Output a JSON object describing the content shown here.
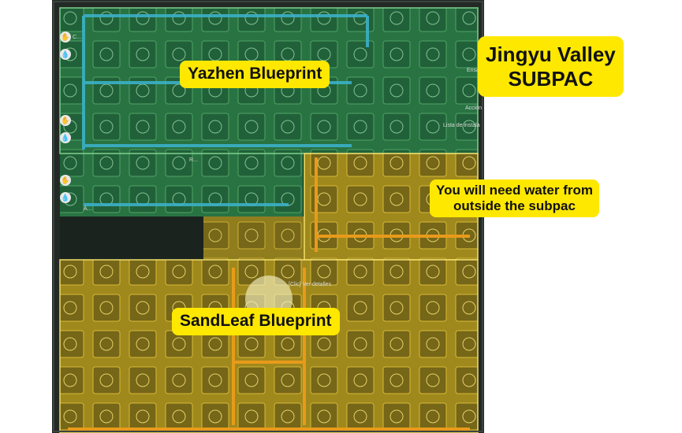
{
  "labels": {
    "title_line1": "Jingyu Valley",
    "title_line2": "SUBPAC",
    "yazhen": "Yazhen Blueprint",
    "sandleaf": "SandLeaf Blueprint",
    "water_line1": "You will need water from",
    "water_line2": "outside the subpac"
  },
  "hud": {
    "ensam": "Ensam",
    "accion": "Acción",
    "lista": "Lista de instala",
    "clic": "[Clic] Ver detalles",
    "tag_c": "C...",
    "tag_r": "R...",
    "tag_a": "A..."
  },
  "colors": {
    "green_zone": "#2e8a4a",
    "yellow_zone": "#e0c21a",
    "label_bg": "#ffe800",
    "pipe_blue": "#3bb0c8",
    "pipe_orange": "#e89a1a"
  }
}
